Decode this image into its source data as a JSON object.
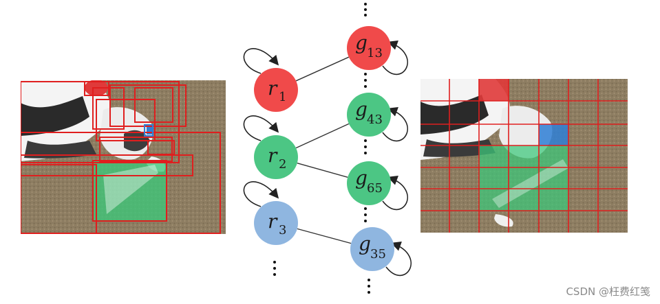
{
  "diagram": {
    "region_nodes": [
      {
        "id": "r1",
        "letter": "r",
        "sub": "1",
        "color": "#f04a4a"
      },
      {
        "id": "r2",
        "letter": "r",
        "sub": "2",
        "color": "#4cc684"
      },
      {
        "id": "r3",
        "letter": "r",
        "sub": "3",
        "color": "#8fb6e0"
      }
    ],
    "grid_nodes": [
      {
        "id": "g13",
        "letter": "g",
        "sub": "13",
        "color": "#f04a4a"
      },
      {
        "id": "g43",
        "letter": "g",
        "sub": "43",
        "color": "#4cc684"
      },
      {
        "id": "g65",
        "letter": "g",
        "sub": "65",
        "color": "#4cc684"
      },
      {
        "id": "g35",
        "letter": "g",
        "sub": "35",
        "color": "#8fb6e0"
      }
    ],
    "edges": [
      [
        "r1",
        "g13"
      ],
      [
        "r2",
        "g43"
      ],
      [
        "r2",
        "g65"
      ],
      [
        "r3",
        "g35"
      ]
    ],
    "colors": {
      "box_red": "#e01e1e",
      "region_green": "#3cc87a",
      "region_blue": "#2f7fd6",
      "grid_line": "#e01e1e",
      "carpet": "#8d7d62"
    }
  },
  "watermark": "CSDN @枉费红笺"
}
